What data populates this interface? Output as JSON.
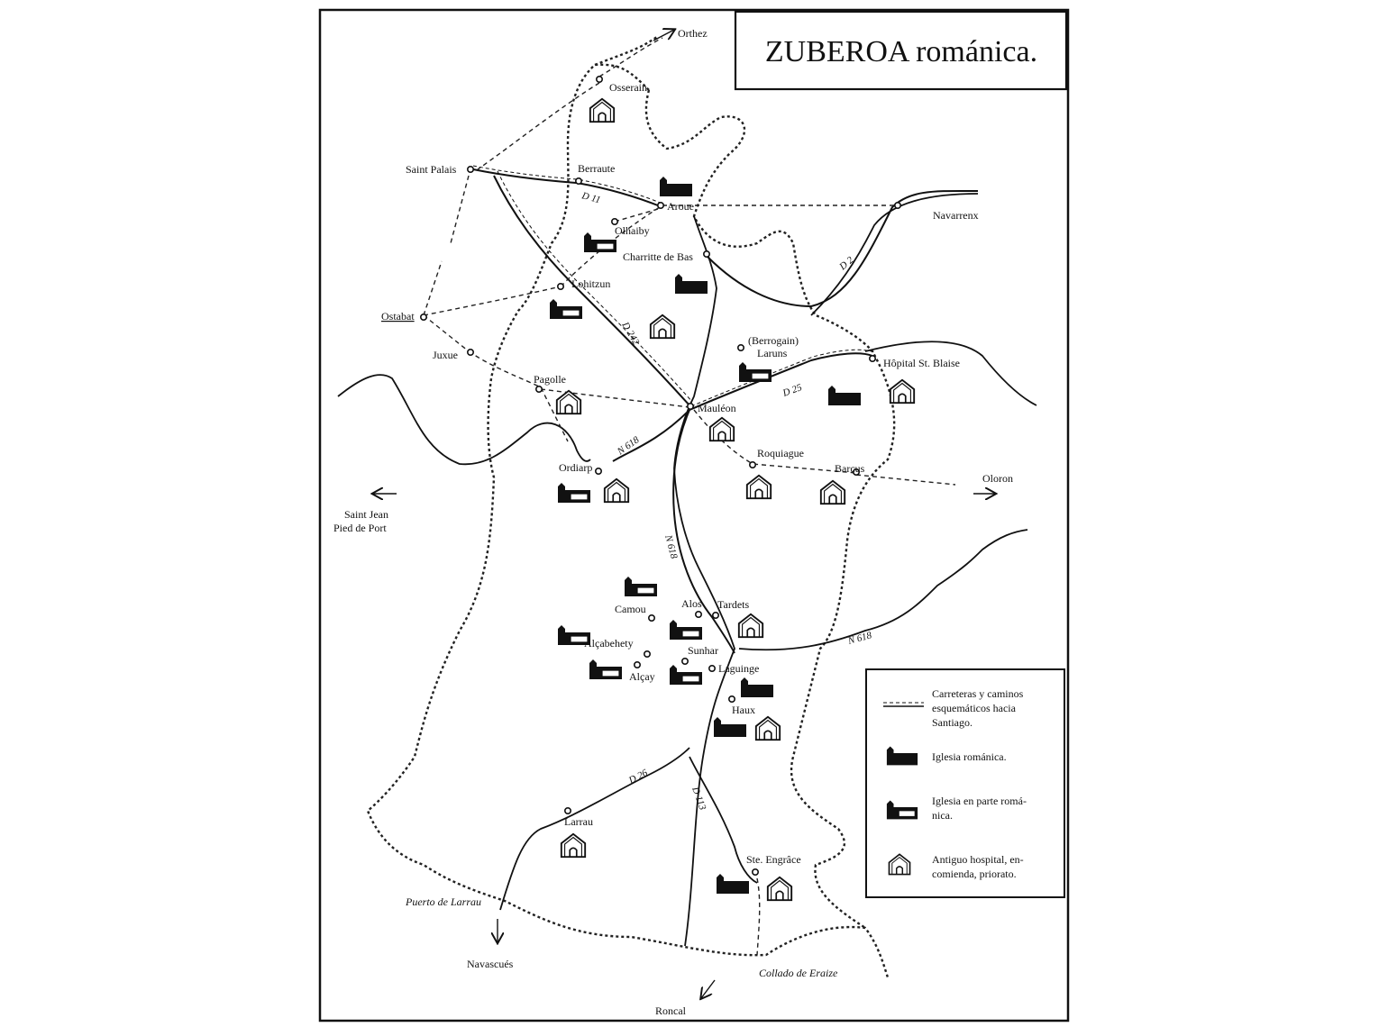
{
  "title": "ZUBEROA románica.",
  "towns": [
    {
      "id": "osserain",
      "label": "Osserain"
    },
    {
      "id": "saint-palais",
      "label": "Saint Palais"
    },
    {
      "id": "berraute",
      "label": "Berraute"
    },
    {
      "id": "aroue",
      "label": "Aroue"
    },
    {
      "id": "navarrenx",
      "label": "Navarrenx"
    },
    {
      "id": "olhaiby",
      "label": "Olhaiby"
    },
    {
      "id": "charritte",
      "label": "Charritte de Bas"
    },
    {
      "id": "lohitzun",
      "label": "Lohitzun"
    },
    {
      "id": "ostabat",
      "label": "Ostabat"
    },
    {
      "id": "juxue",
      "label": "Juxue"
    },
    {
      "id": "berrogain",
      "label": "(Berrogain)"
    },
    {
      "id": "laruns",
      "label": "Laruns"
    },
    {
      "id": "hopital",
      "label": "Hôpital St. Blaise"
    },
    {
      "id": "pagolle",
      "label": "Pagolle"
    },
    {
      "id": "mauleon",
      "label": "Mauléon"
    },
    {
      "id": "roquiague",
      "label": "Roquiague"
    },
    {
      "id": "barcus",
      "label": "Barcus"
    },
    {
      "id": "ordiarp",
      "label": "Ordiarp"
    },
    {
      "id": "camou",
      "label": "Camou"
    },
    {
      "id": "alos",
      "label": "Alos"
    },
    {
      "id": "tardets",
      "label": "Tardets"
    },
    {
      "id": "alcabehety",
      "label": "Alçabehety"
    },
    {
      "id": "sunhar",
      "label": "Sunhar"
    },
    {
      "id": "laguinge",
      "label": "Laguinge"
    },
    {
      "id": "alcay",
      "label": "Alçay"
    },
    {
      "id": "haux",
      "label": "Haux"
    },
    {
      "id": "larrau",
      "label": "Larrau"
    },
    {
      "id": "ste-engrace",
      "label": "Ste. Engrâce"
    }
  ],
  "directions": {
    "orthez": "Orthez",
    "oloron": "Oloron",
    "sjpp1": "Saint Jean",
    "sjpp2": "Pied de Port",
    "navascues": "Navascués",
    "roncal": "Roncal"
  },
  "passes": {
    "larrau": "Puerto de Larrau",
    "eraize": "Collado de Eraize"
  },
  "roads": [
    "D 11",
    "D 242",
    "D 25",
    "N 618",
    "N 618",
    "N 618",
    "D 26",
    "D 113",
    "D 2"
  ],
  "legend": {
    "paths": [
      "Carreteras y caminos",
      "esquemáticos hacia",
      "Santiago."
    ],
    "church": "Iglesia románica.",
    "partial": [
      "Iglesia en parte romá-",
      "nica."
    ],
    "hospital": [
      "Antiguo hospital, en-",
      "comienda, priorato."
    ]
  }
}
